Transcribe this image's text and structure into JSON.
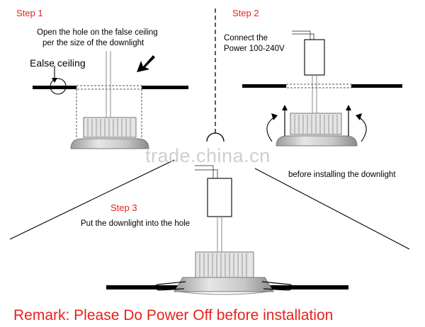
{
  "step1": {
    "title": "Step 1",
    "instruction_line1": "Open the hole on the false ceiling",
    "instruction_line2": "per the size of the downlight",
    "ceiling_label": "Ealse ceiling"
  },
  "step2": {
    "title": "Step 2",
    "connect_line1": "Connect the",
    "connect_line2": "Power 100-240V",
    "note": "before installing the downlight"
  },
  "step3": {
    "title": "Step 3",
    "instruction": "Put the downlight into the hole"
  },
  "remark": "Remark: Please Do Power Off before installation",
  "watermark": "trade.china.cn",
  "colors": {
    "step_title": "#e8211a",
    "remark": "#e8211a",
    "line": "#000000",
    "watermark": "#cfcfcf"
  }
}
